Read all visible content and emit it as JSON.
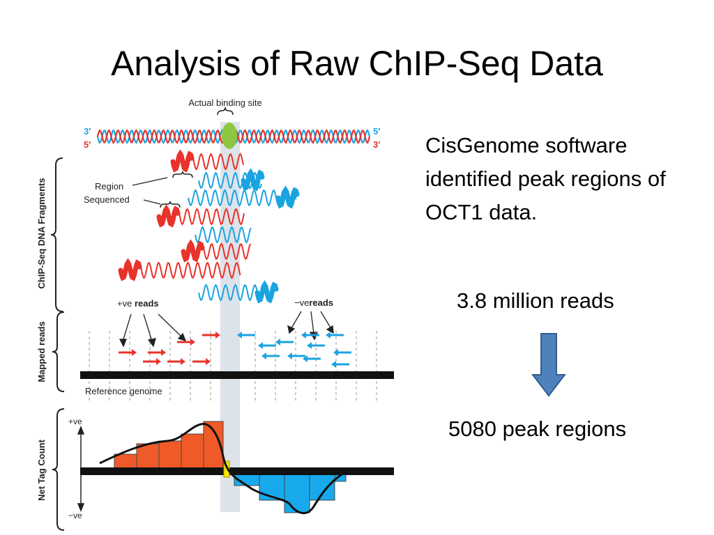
{
  "slide": {
    "title": "Analysis of Raw ChIP-Seq Data",
    "description": "CisGenome software identified peak regions of OCT1 data.",
    "reads_text": "3.8 million reads",
    "peaks_text": "5080 peak regions"
  },
  "figure": {
    "binding_site_label": "Actual binding site",
    "strand_left_top": "3′",
    "strand_left_bottom": "5′",
    "strand_right_top": "5′",
    "strand_right_bottom": "3′",
    "fragments_label": "ChIP-Seq DNA Fragments",
    "region_label_1": "Region",
    "region_label_2": "Sequenced",
    "pos_reads_sign": "+ve",
    "pos_reads_word": "reads",
    "neg_reads_sign": "−ve",
    "neg_reads_word": "reads",
    "mapped_label": "Mapped reads",
    "reference_label": "Reference genome",
    "tagcount_label": "Net Tag Count",
    "axis_top": "+ve",
    "axis_bottom": "−ve"
  },
  "colors": {
    "red": "#e8322a",
    "blue": "#1ba3e0",
    "orange": "#f05a28",
    "sky": "#17a9ec",
    "site": "#8dc63f",
    "arrow": "#4f81bd"
  }
}
